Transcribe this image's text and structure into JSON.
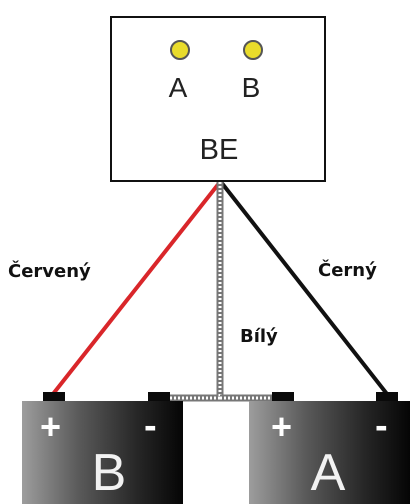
{
  "control_box": {
    "title": "BE",
    "leds": [
      {
        "label": "A",
        "color": "#e9dc2b"
      },
      {
        "label": "B",
        "color": "#e9dc2b"
      }
    ]
  },
  "wires": [
    {
      "label": "Červený",
      "color": "#d9262a"
    },
    {
      "label": "Bílý",
      "color": "#ffffff"
    },
    {
      "label": "Černý",
      "color": "#111111"
    }
  ],
  "batteries": [
    {
      "letter": "B",
      "plus": "+",
      "minus": "-"
    },
    {
      "letter": "A",
      "plus": "+",
      "minus": "-"
    }
  ]
}
